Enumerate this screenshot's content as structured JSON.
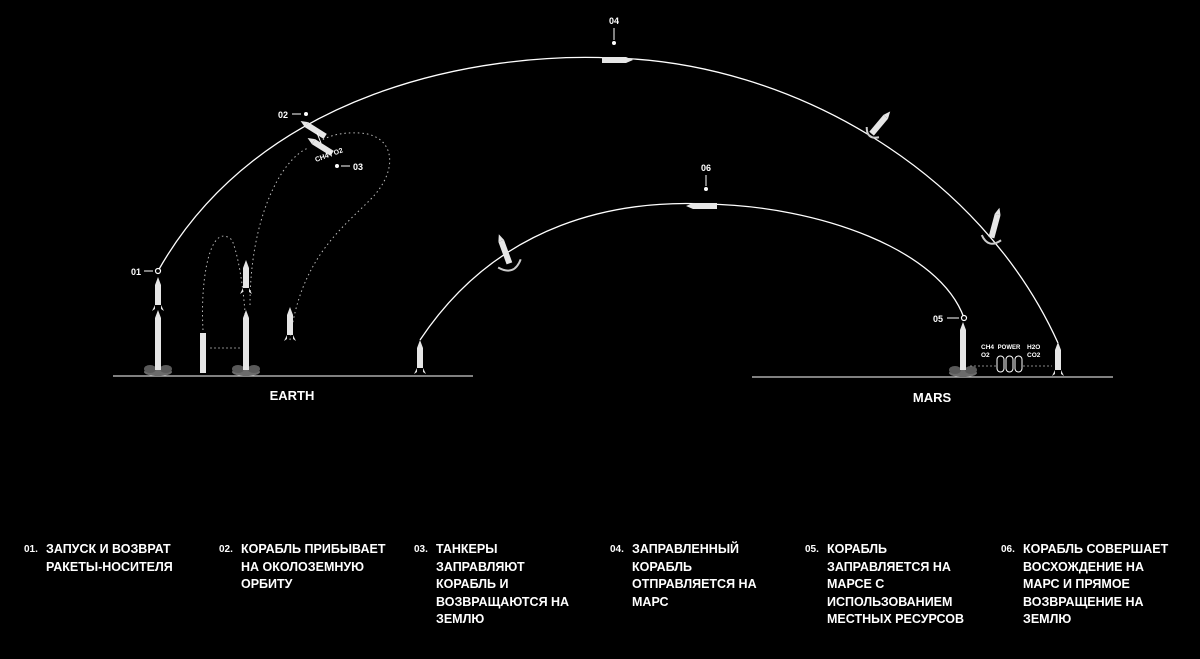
{
  "labels": {
    "earth": "EARTH",
    "mars": "MARS",
    "ch4_o2": "CH4 / O2",
    "mars_ch4": "CH4",
    "mars_o2": "O2",
    "power": "POWER",
    "h2o": "H2O",
    "co2": "CO2"
  },
  "markers": {
    "m01": "01",
    "m02": "02",
    "m03": "03",
    "m04": "04",
    "m05": "05",
    "m06": "06"
  },
  "steps": [
    {
      "num": "01.",
      "text": "ЗАПУСК И ВОЗВРАТ РАКЕТЫ-НОСИТЕЛЯ"
    },
    {
      "num": "02.",
      "text": "КОРАБЛЬ ПРИБЫВАЕТ НА ОКОЛОЗЕМНУЮ ОРБИТУ"
    },
    {
      "num": "03.",
      "text": "ТАНКЕРЫ ЗАПРАВЛЯЮТ КОРАБЛЬ И ВОЗВРАЩАЮТСЯ НА ЗЕМЛЮ"
    },
    {
      "num": "04.",
      "text": "ЗАПРАВЛЕННЫЙ КОРАБЛЬ ОТПРАВЛЯЕТСЯ НА МАРС"
    },
    {
      "num": "05.",
      "text": "КОРАБЛЬ ЗАПРАВЛЯЕТСЯ НА МАРСЕ С ИСПОЛЬЗОВАНИЕМ МЕСТНЫХ РЕСУРСОВ"
    },
    {
      "num": "06.",
      "text": "КОРАБЛЬ СОВЕРШАЕТ ВОСХОЖДЕНИЕ НА МАРС И ПРЯМОЕ ВОЗВРАЩЕНИЕ НА ЗЕМЛЮ"
    }
  ],
  "colors": {
    "background": "#000000",
    "line": "#ffffff",
    "rocket": "#e6e6e6",
    "smoke": "#6b6b6b"
  }
}
